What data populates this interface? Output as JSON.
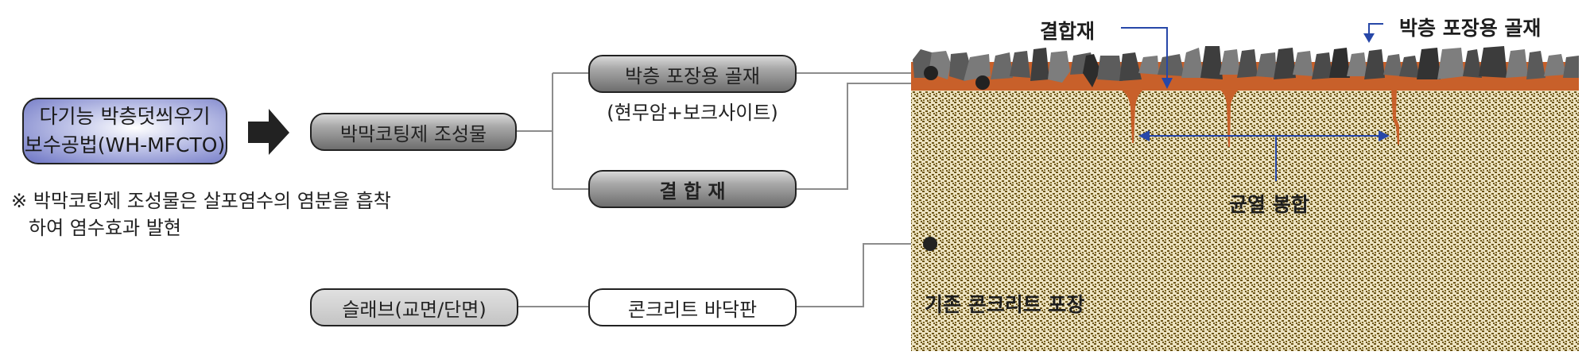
{
  "main_method": {
    "line1": "다기능 박층덧씌우기",
    "line2": "보수공법(WH-MFCTO)"
  },
  "arrow_icon": "right-arrow",
  "note": {
    "line1": "※ 박막코팅제 조성물은 살포염수의 염분을 흡착",
    "line2": "하여 염수효과 발현"
  },
  "nodes": {
    "composition": "박막코팅제 조성물",
    "aggregate": "박층 포장용 골재",
    "aggregate_sub": "(현무암+보크사이트)",
    "binder": "결 합 재",
    "slab": "슬래브(교면/단면)",
    "concrete_floor": "콘크리트 바닥판"
  },
  "cross_section": {
    "labels": {
      "binder": "결합재",
      "thin_aggregate": "박층 포장용 골재",
      "crack_sealing": "균열 봉합",
      "existing_pavement": "기존 콘크리트 포장"
    },
    "colors": {
      "binder_layer": "#c8602a",
      "aggregate_dark": "#3f3f3f",
      "aggregate_light": "#7d7d7d",
      "concrete_base": "#e9dcb4",
      "concrete_speckle": "#6b5416",
      "arrow": "#2747a8"
    }
  },
  "colors": {
    "main_box_gradient_edge": "#6c74c4",
    "connector_line": "#8c8c8c",
    "node_border": "#222222"
  }
}
